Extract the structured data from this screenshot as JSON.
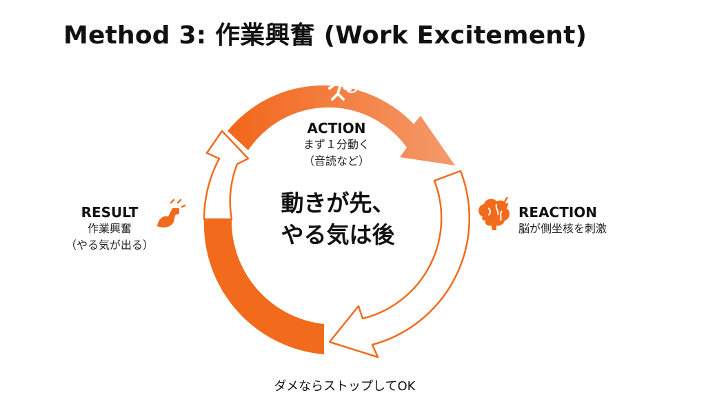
{
  "title": "Method 3: 作業興奮 (Work Excitement)",
  "colors": {
    "accent": "#F26A1B",
    "accent_light": "#F4946A"
  },
  "stages": {
    "action": {
      "label": "ACTION",
      "lines": [
        "まず１分動く",
        "（音読など）"
      ],
      "icon": "running-clock-icon"
    },
    "reaction": {
      "label": "REACTION",
      "lines": [
        "脳が側坐核を刺激"
      ],
      "icon": "brain-spark-icon"
    },
    "result": {
      "label": "RESULT",
      "lines": [
        "作業興奮",
        "（やる気が出る）"
      ],
      "icon": "flexed-arm-icon"
    }
  },
  "center_text": [
    "動きが先、",
    "やる気は後"
  ],
  "footer_text": "ダメならストップしてOK"
}
